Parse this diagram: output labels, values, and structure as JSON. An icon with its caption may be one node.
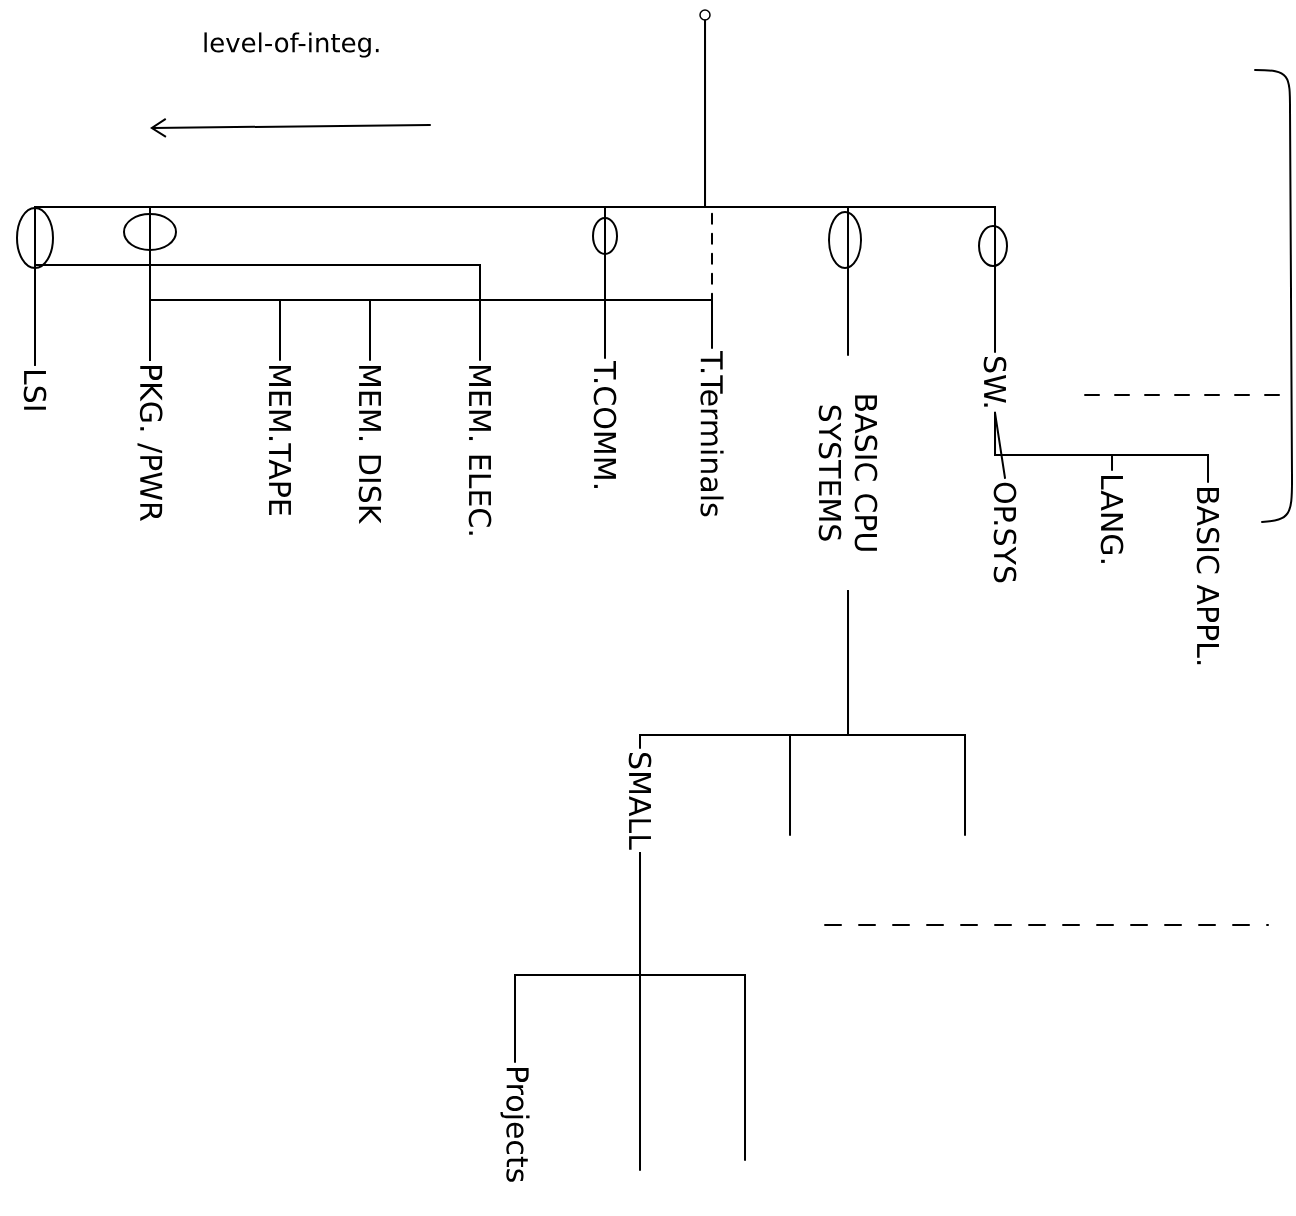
{
  "diagram": {
    "nodes": [
      {
        "text": [],
        "shape": "circle"
      },
      {
        "text": [
          "LSI"
        ]
      },
      {
        "text": [
          "PKG. /PWR"
        ]
      },
      {
        "text": [
          "MEM.TAPE"
        ]
      },
      {
        "text": [
          "MEM. DISK"
        ]
      },
      {
        "text": [
          "MEM. ELEC."
        ]
      },
      {
        "text": [
          "T.COMM."
        ]
      },
      {
        "text": [
          "T.Terminals"
        ]
      },
      {
        "text": [
          "BASIC CPU SYSTEMS"
        ]
      },
      {
        "text": [
          "SW."
        ]
      },
      {
        "text": [
          "OP.SYS"
        ]
      },
      {
        "text": [
          "LANG."
        ]
      },
      {
        "text": [
          "BASIC APPL."
        ]
      },
      {
        "text": [
          "SMALL"
        ]
      },
      {
        "text": [
          "Projects"
        ]
      }
    ],
    "edges": [
      {
        "from": 0,
        "to": 1,
        "arrow": "none"
      },
      {
        "from": 0,
        "to": 2,
        "arrow": "none"
      },
      {
        "from": 0,
        "to": 6,
        "arrow": "none"
      },
      {
        "from": 0,
        "to": 7,
        "arrow": "none",
        "style": "dashed"
      },
      {
        "from": 0,
        "to": 8,
        "arrow": "none"
      },
      {
        "from": 0,
        "to": 9,
        "arrow": "none"
      },
      {
        "from": 1,
        "to": 5,
        "arrow": "none"
      },
      {
        "from": 2,
        "to": 3,
        "arrow": "none"
      },
      {
        "from": 2,
        "to": 4,
        "arrow": "none"
      },
      {
        "from": 2,
        "to": 7,
        "arrow": "none"
      },
      {
        "from": 9,
        "to": 10,
        "arrow": "none"
      },
      {
        "from": 9,
        "to": 11,
        "arrow": "none"
      },
      {
        "from": 9,
        "to": 12,
        "arrow": "none"
      },
      {
        "from": 8,
        "to": 13,
        "arrow": "none"
      },
      {
        "from": 8,
        "to": null,
        "arrow": "none"
      },
      {
        "from": 8,
        "to": null,
        "arrow": "none"
      },
      {
        "from": 13,
        "to": 14,
        "arrow": "none"
      },
      {
        "from": 13,
        "to": null,
        "arrow": "none"
      },
      {
        "from": 13,
        "to": null,
        "arrow": "none"
      }
    ],
    "labels": [
      "level-of-integ."
    ]
  }
}
